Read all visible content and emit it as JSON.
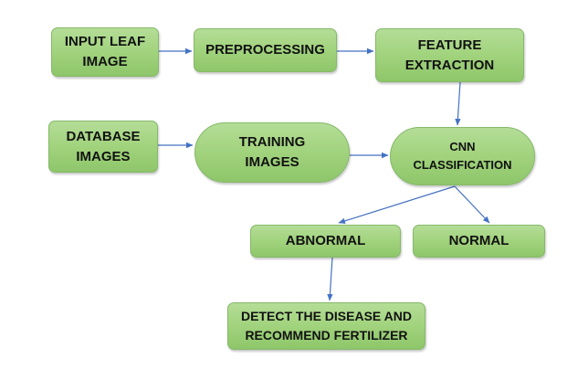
{
  "diagram": {
    "nodes": {
      "input_leaf_image": "INPUT LEAF\nIMAGE",
      "preprocessing": "PREPROCESSING",
      "feature_extraction": "FEATURE\nEXTRACTION",
      "database_images": "DATABASE\nIMAGES",
      "training_images": "TRAINING\nIMAGES",
      "cnn_classification": "CNN\nCLASSIFICATION",
      "abnormal": "ABNORMAL",
      "normal": "NORMAL",
      "detect_recommend": "DETECT THE DISEASE AND\nRECOMMEND FERTILIZER"
    },
    "edges": [
      {
        "from": "input_leaf_image",
        "to": "preprocessing"
      },
      {
        "from": "preprocessing",
        "to": "feature_extraction"
      },
      {
        "from": "feature_extraction",
        "to": "cnn_classification"
      },
      {
        "from": "database_images",
        "to": "training_images"
      },
      {
        "from": "training_images",
        "to": "cnn_classification"
      },
      {
        "from": "cnn_classification",
        "to": "abnormal"
      },
      {
        "from": "cnn_classification",
        "to": "normal"
      },
      {
        "from": "abnormal",
        "to": "detect_recommend"
      }
    ],
    "colors": {
      "node_fill": "#a3d47f",
      "node_border": "#86b96a",
      "arrow": "#4472c4",
      "text": "#111111"
    }
  }
}
